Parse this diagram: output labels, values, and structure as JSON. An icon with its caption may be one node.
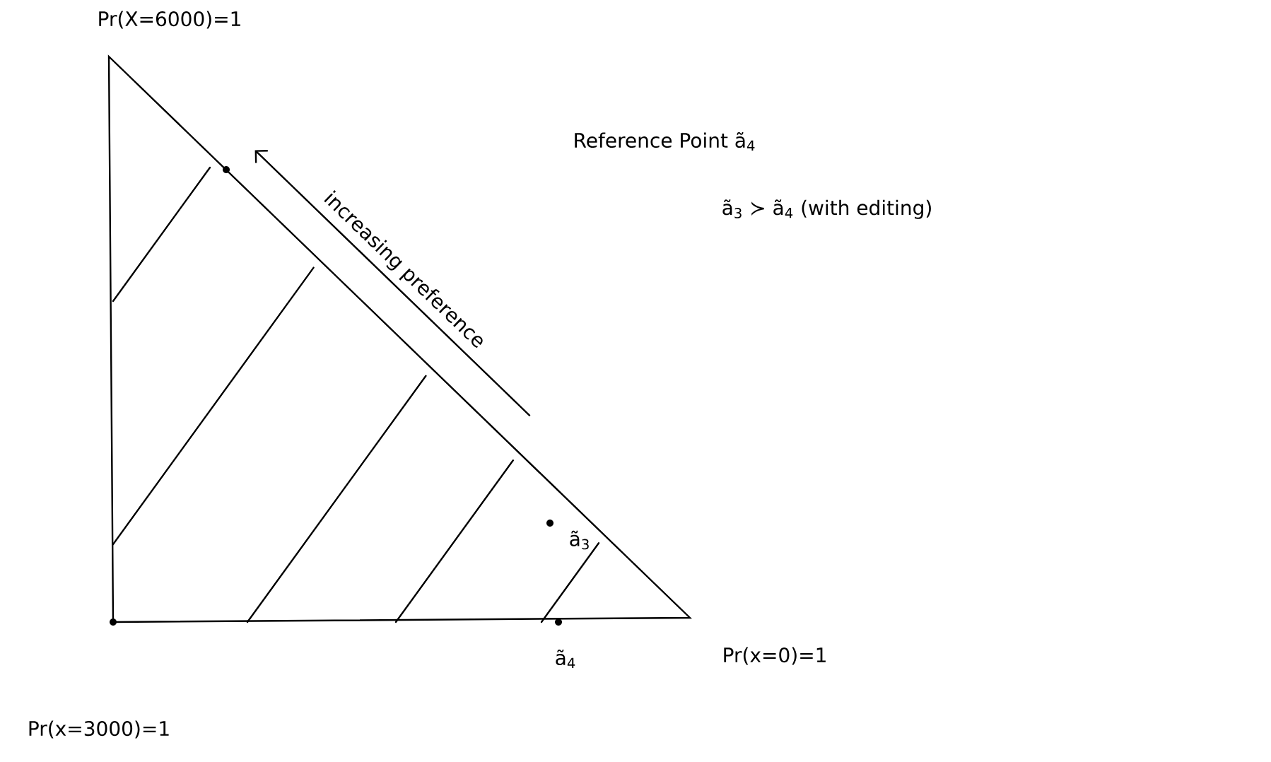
{
  "diagram": {
    "labels": [
      "Pr(X=6000)=1",
      "Reference Point ã$_{4}$",
      "ã$_{3}$ ≻ ã$_{4}$ (with editing)",
      "increasing preference",
      "ã$_{3}$",
      "Pr(x=0)=1",
      "ã$_{4}$",
      "Pr(x=3000)=1"
    ]
  }
}
